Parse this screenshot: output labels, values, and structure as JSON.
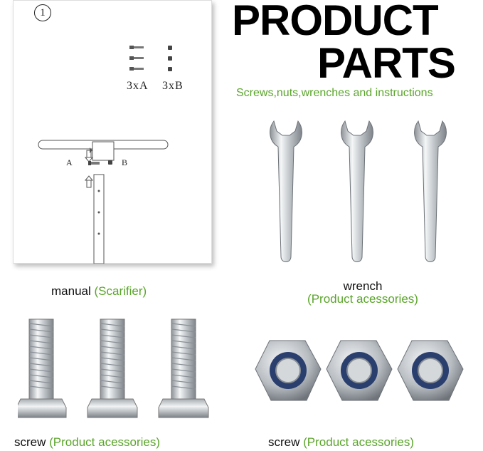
{
  "header": {
    "title_line1": "PRODUCT",
    "title_line2": "PARTS",
    "subtitle": "Screws,nuts,wrenches and instructions"
  },
  "manual": {
    "step_number": "1",
    "qty_a": "3xA",
    "qty_b": "3xB",
    "label_a": "A",
    "label_b": "B",
    "caption_main": "manual",
    "caption_note": "(Scarifier)"
  },
  "wrench": {
    "caption_main": "wrench",
    "caption_note": "(Product acessories)"
  },
  "screws": {
    "caption_main": "screw",
    "caption_note": "(Product acessories)"
  },
  "nuts": {
    "caption_main": "screw",
    "caption_note": "(Product acessories)"
  },
  "colors": {
    "accent_green": "#5aa52a",
    "metal": "#c8ccd0",
    "nut_insert": "#2a3f6e"
  }
}
